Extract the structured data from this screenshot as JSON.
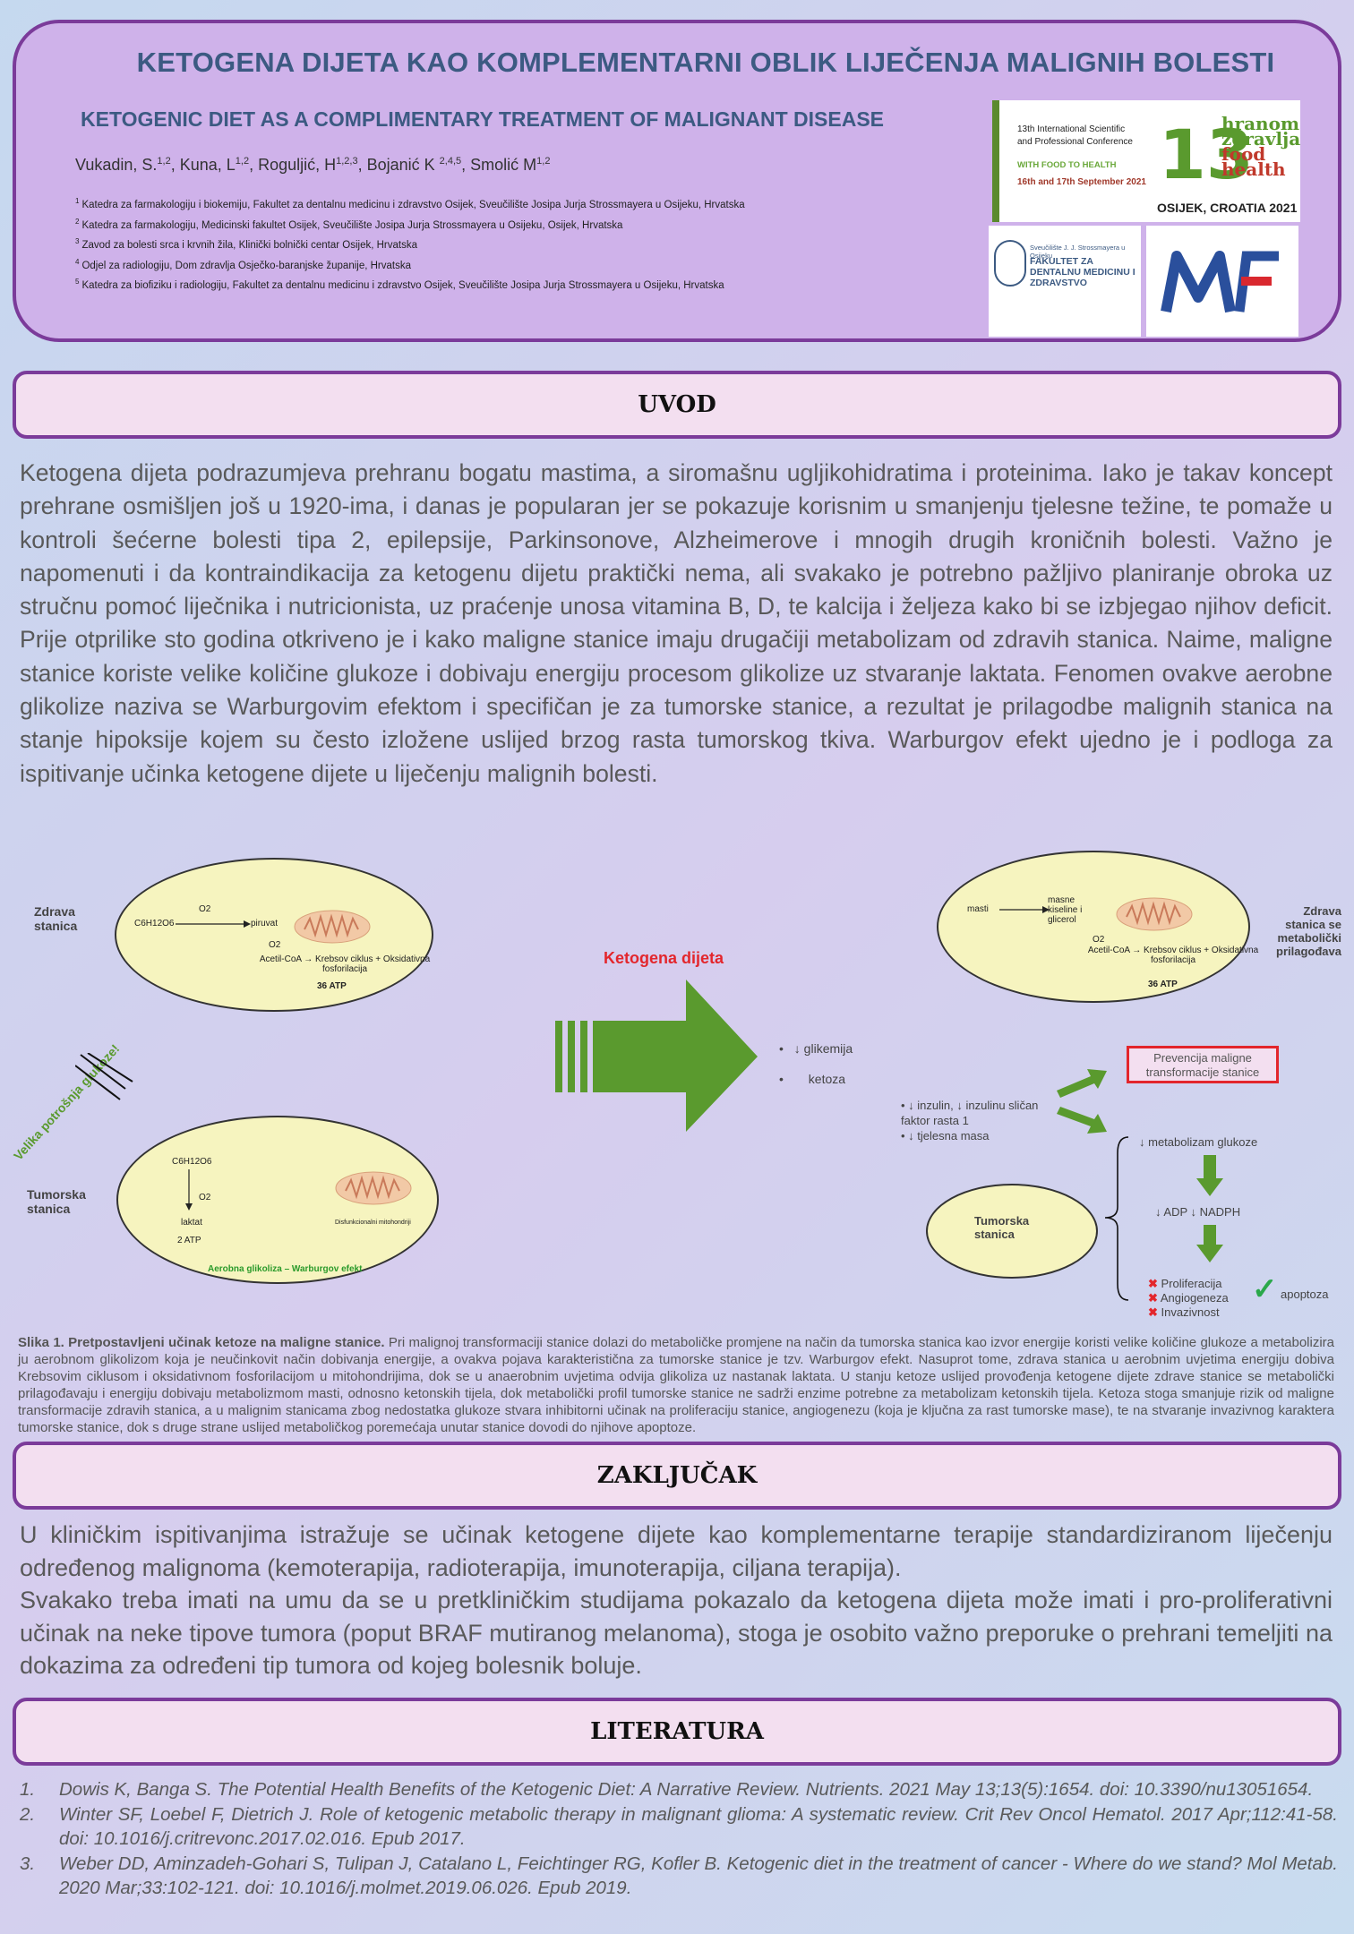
{
  "header": {
    "title_hr": "KETOGENA DIJETA KAO KOMPLEMENTARNI OBLIK LIJEČENJA MALIGNIH BOLESTI",
    "title_en": "KETOGENIC DIET AS A COMPLIMENTARY TREATMENT OF MALIGNANT DISEASE",
    "authors": [
      {
        "name": "Vukadin, S.",
        "sup": "1,2"
      },
      {
        "name": "Kuna, L",
        "sup": "1,2"
      },
      {
        "name": "Roguljić, H",
        "sup": "1,2,3"
      },
      {
        "name": "Bojanić K",
        "sup": "2,4,5"
      },
      {
        "name": "Smolić M",
        "sup": "1,2"
      }
    ],
    "affiliations": [
      {
        "num": "1",
        "text": "Katedra za farmakologiju i biokemiju, Fakultet za dentalnu medicinu i zdravstvo Osijek, Sveučilište Josipa Jurja Strossmayera u Osijeku, Hrvatska"
      },
      {
        "num": "2",
        "text": "Katedra za farmakologiju, Medicinski fakultet Osijek, Sveučilište Josipa Jurja Strossmayera u Osijeku, Osijek, Hrvatska"
      },
      {
        "num": "3",
        "text": "Zavod za bolesti srca i krvnih žila, Klinički bolnički centar Osijek, Hrvatska"
      },
      {
        "num": "4",
        "text": "Odjel za radiologiju, Dom zdravlja Osječko-baranjske županije, Hrvatska"
      },
      {
        "num": "5",
        "text": "Katedra za biofiziku i radiologiju, Fakultet za dentalnu medicinu i zdravstvo Osijek, Sveučilište Josipa Jurja Strossmayera u Osijeku, Hrvatska"
      }
    ]
  },
  "logos": {
    "conference": {
      "line1": "13th International Scientific",
      "line2": "and Professional Conference",
      "line3": "WITH FOOD TO HEALTH",
      "dates": "16th and 17th September 2021",
      "number": "13",
      "right_1": "hranom",
      "right_2": "zdravlja",
      "right_3": "food",
      "right_4": "health",
      "city": "OSIJEK, CROATIA 2021"
    },
    "faculty": {
      "small": "Sveučilište J. J. Strossmayera u Osijeku",
      "name": "FAKULTET ZA DENTALNU MEDICINU I ZDRAVSTVO"
    },
    "mf": "MF"
  },
  "sections": {
    "uvod": "UVOD",
    "zakljucak": "ZAKLJUČAK",
    "literatura": "LITERATURA"
  },
  "uvod_text": "Ketogena dijeta podrazumjeva prehranu bogatu mastima, a siromašnu ugljikohidratima i proteinima. Iako je takav koncept prehrane osmišljen još u 1920-ima, i danas je popularan jer se pokazuje korisnim u smanjenju tjelesne težine, te pomaže u kontroli šećerne bolesti tipa 2, epilepsije, Parkinsonove, Alzheimerove i mnogih drugih kroničnih bolesti. Važno je napomenuti i da kontraindikacija za ketogenu dijetu praktički nema, ali svakako je potrebno pažljivo planiranje obroka uz stručnu pomoć liječnika i nutricionista, uz praćenje unosa vitamina B, D, te kalcija i željeza kako bi se izbjegao njihov deficit. Prije otprilike sto godina otkriveno je i kako maligne stanice imaju drugačiji metabolizam od zdravih stanica. Naime, maligne stanice koriste velike količine glukoze i dobivaju energiju procesom glikolize uz stvaranje laktata. Fenomen ovakve aerobne glikolize naziva se Warburgovim efektom i specifičan je za tumorske stanice, a rezultat je prilagodbe malignih stanica na stanje hipoksije kojem su često izložene uslijed brzog rasta tumorskog tkiva. Warburgov efekt ujedno je i podloga za ispitivanje učinka ketogene dijete u liječenju malignih bolesti.",
  "figure": {
    "healthy_cell_label": "Zdrava stanica",
    "glucose": "C6H12O6",
    "o2": "O2",
    "piruvat": "piruvat",
    "acetyl_line": "Acetil-CoA → Krebsov ciklus + Oksidativna fosforilacija",
    "atp36": "36 ATP",
    "high_glucose": "Velika potrošnja glukoze!",
    "tumor_cell_label": "Tumorska stanica",
    "laktat": "laktat",
    "atp2": "2 ATP",
    "dysfunctional": "Disfunkcionalni mitohondriji",
    "warburg": "Aerobna glikoliza – Warburgov efekt",
    "keto_diet": "Ketogena dijeta",
    "bullets1": [
      "↓ glikemija",
      "ketoza"
    ],
    "bullets2": [
      "↓ inzulin, ↓ inzulinu sličan faktor rasta 1",
      "↓ tjelesna masa"
    ],
    "masti": "masti",
    "fatty_acids": "masne kiseline i glicerol",
    "adapted_label": "Zdrava stanica se metabolički prilagođava",
    "prevention": "Prevencija maligne transformacije stanice",
    "glucose_metabolism": "↓ metabolizam glukoze",
    "adp": "↓ ADP  ↓ NADPH",
    "effects": [
      "Proliferacija",
      "Angiogeneza",
      "Invazivnost"
    ],
    "apoptosis": "apoptoza"
  },
  "caption": {
    "bold": "Slika 1. Pretpostavljeni učinak ketoze na maligne stanice.",
    "text": " Pri malignoj transformaciji stanice dolazi do metaboličke promjene na način da tumorska stanica kao izvor energije koristi velike količine glukoze a metabolizira ju aerobnom glikolizom koja je neučinkovit način dobivanja energije, a ovakva pojava karakteristična za tumorske stanice je tzv. Warburgov efekt. Nasuprot tome, zdrava stanica u aerobnim uvjetima energiju dobiva Krebsovim ciklusom i oksidativnom fosforilacijom u mitohondrijima, dok se u anaerobnim uvjetima odvija glikoliza uz nastanak laktata. U stanju ketoze uslijed provođenja ketogene dijete zdrave stanice se metabolički prilagođavaju i energiju dobivaju metabolizmom masti, odnosno ketonskih tijela, dok metabolički profil tumorske stanice ne sadrži enzime potrebne za metabolizam ketonskih tijela. Ketoza stoga smanjuje rizik od maligne transformacije zdravih stanica, a u malignim stanicama zbog nedostatka glukoze stvara inhibitorni učinak na proliferaciju stanice, angiogenezu (koja je ključna za rast tumorske mase), te na stvaranje invazivnog karaktera tumorske stanice, dok s druge strane uslijed metaboličkog poremećaja unutar stanice dovodi do njihove apoptoze."
  },
  "zakljucak_p1": "U kliničkim ispitivanjima istražuje se učinak ketogene dijete kao komplementarne terapije standardiziranom liječenju određenog malignoma (kemoterapija, radioterapija, imunoterapija, ciljana terapija).",
  "zakljucak_p2": "Svakako treba imati na umu da se u pretkliničkim studijama pokazalo da ketogena dijeta može imati i pro-proliferativni učinak na neke tipove tumora (poput BRAF mutiranog melanoma), stoga je osobito važno preporuke o prehrani temeljiti na dokazima za određeni tip tumora od kojeg bolesnik boluje.",
  "references": [
    {
      "num": "1.",
      "text": "Dowis K, Banga S. The Potential Health Benefits of the Ketogenic Diet: A Narrative Review. Nutrients. 2021 May 13;13(5):1654. doi: 10.3390/nu13051654."
    },
    {
      "num": "2.",
      "text": "Winter SF, Loebel F, Dietrich J. Role of ketogenic metabolic therapy in malignant glioma: A systematic review. Crit Rev Oncol Hematol. 2017 Apr;112:41-58. doi: 10.1016/j.critrevonc.2017.02.016. Epub 2017."
    },
    {
      "num": "3.",
      "text": "Weber DD, Aminzadeh-Gohari S, Tulipan J, Catalano L, Feichtinger RG, Kofler B. Ketogenic diet in the treatment of cancer - Where do we stand? Mol Metab. 2020 Mar;33:102-121. doi: 10.1016/j.molmet.2019.06.026. Epub 2019."
    }
  ],
  "colors": {
    "header_bg": "#cfb2ea",
    "border": "#7b3b9a",
    "title": "#3c5a82",
    "section_bg": "#f3dff0",
    "cell": "#f6f4bf",
    "arrow_green": "#5a9a2e"
  }
}
